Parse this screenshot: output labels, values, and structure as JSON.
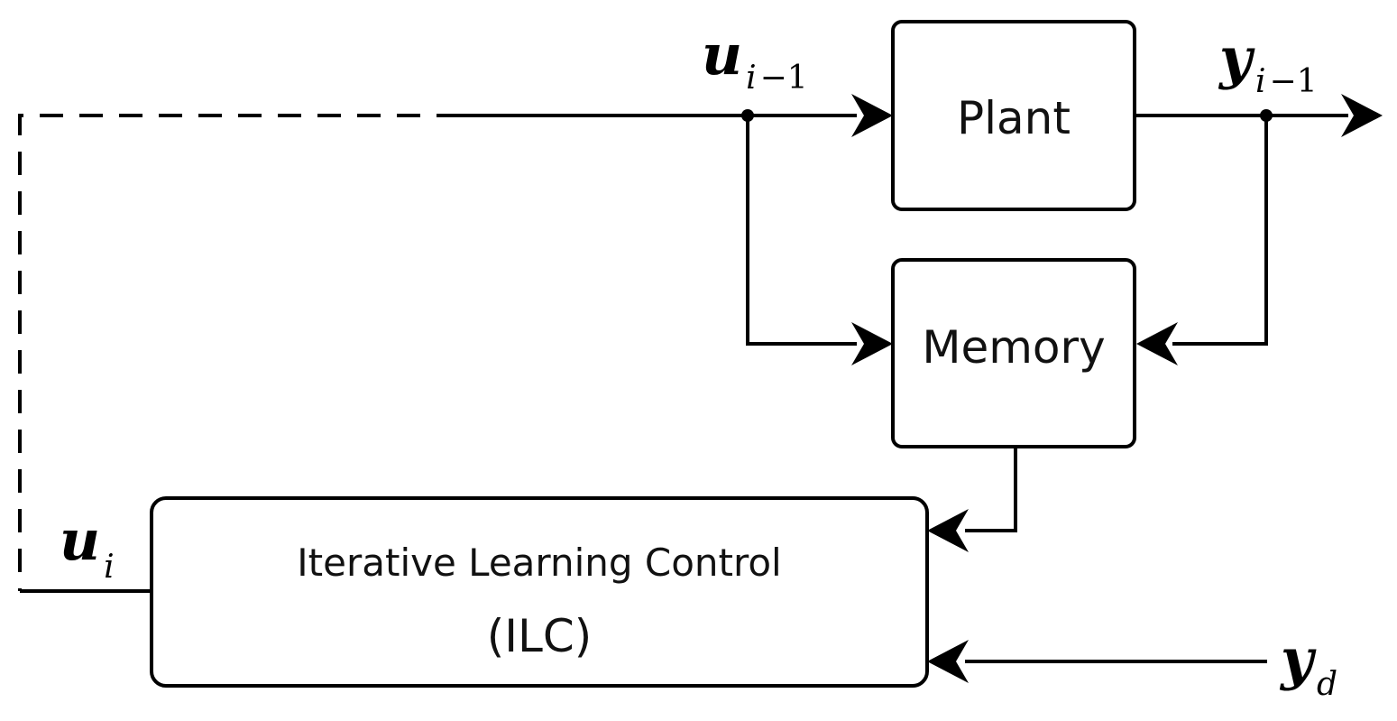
{
  "blocks": {
    "plant": "Plant",
    "memory": "Memory",
    "ilc_line1": "Iterative Learning Control",
    "ilc_line2": "(ILC)"
  },
  "signals": {
    "u_prev": {
      "base": "u",
      "sub_var": "i",
      "sub_op": "−1"
    },
    "y_prev": {
      "base": "y",
      "sub_var": "i",
      "sub_op": "−1"
    },
    "u_cur": {
      "base": "u",
      "sub_var": "i"
    },
    "y_des": {
      "base": "y",
      "sub_var": "d"
    }
  }
}
